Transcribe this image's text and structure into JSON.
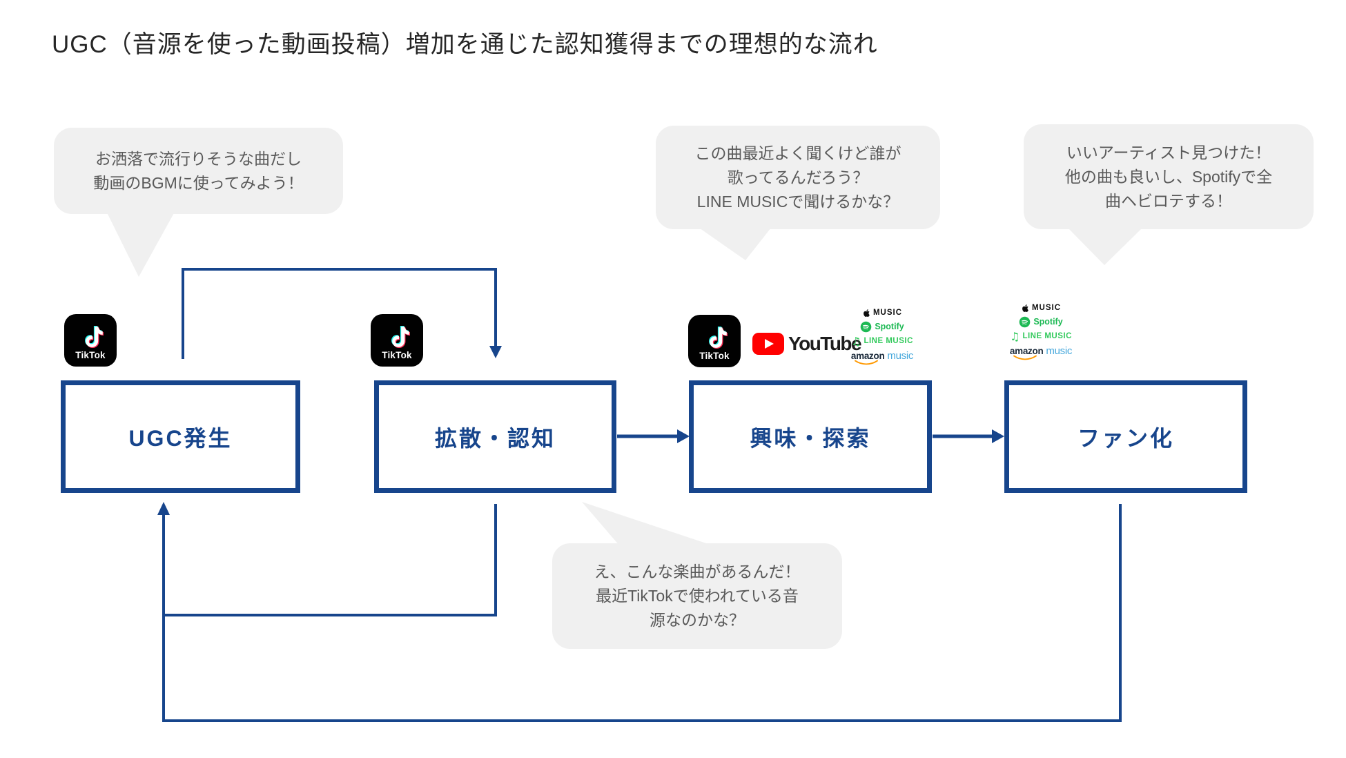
{
  "title": "UGC（音源を使った動画投稿）増加を通じた認知獲得までの理想的な流れ",
  "colors": {
    "accent_navy": "#17458C",
    "title_text": "#262626",
    "bubble_bg": "#F0F0F0",
    "bubble_text": "#595959",
    "tiktok_black": "#010101",
    "tiktok_cyan": "#25F4EE",
    "tiktok_pink": "#FE2C55",
    "youtube_red": "#FF0000",
    "spotify_green": "#1DB954",
    "line_music_green": "#31C95B",
    "amazon_smile_orange": "#FF9900",
    "amazon_music_blue": "#46A8DC"
  },
  "stages": [
    {
      "label": "UGC発生"
    },
    {
      "label": "拡散・認知"
    },
    {
      "label": "興味・探索"
    },
    {
      "label": "ファン化"
    }
  ],
  "bubbles": [
    {
      "lines": [
        "お洒落で流行りそうな曲だし",
        "動画のBGMに使ってみよう！"
      ]
    },
    {
      "lines": [
        "この曲最近よく聞くけど誰が",
        "歌ってるんだろう？",
        "LINE MUSICで聞けるかな？"
      ]
    },
    {
      "lines": [
        "いいアーティスト見つけた！",
        "他の曲も良いし、Spotifyで全",
        "曲ヘビロテする！"
      ]
    },
    {
      "lines": [
        "え、こんな楽曲があるんだ！",
        "最近TikTokで使われている音",
        "源なのかな？"
      ]
    }
  ],
  "logos": {
    "tiktok": "TikTok",
    "youtube": "YouTube",
    "apple_music": "MUSIC",
    "spotify": "Spotify",
    "line_music": "LINE MUSIC",
    "amazon": "amazon",
    "amazon_music": "music"
  }
}
